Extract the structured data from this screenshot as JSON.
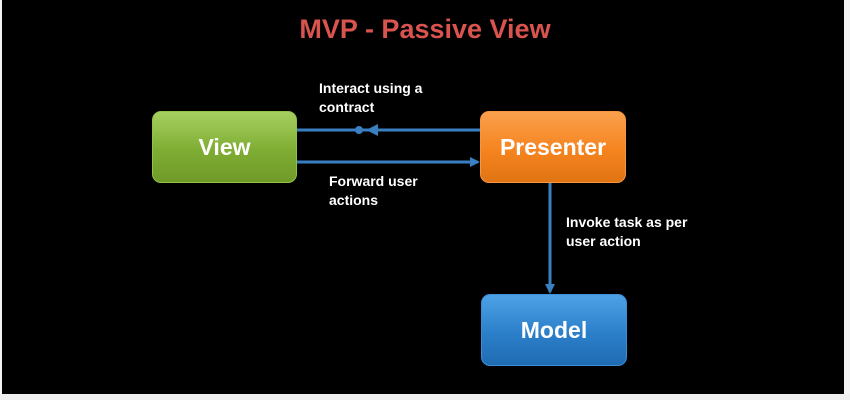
{
  "title": {
    "text": "MVP - Passive View",
    "color": "#d9534f"
  },
  "nodes": {
    "view": {
      "label": "View",
      "color": "#8cbf3f"
    },
    "presenter": {
      "label": "Presenter",
      "color": "#f5841f"
    },
    "model": {
      "label": "Model",
      "color": "#2b7fc9"
    }
  },
  "edges": {
    "contract": {
      "line1": "Interact using a",
      "line2": "contract"
    },
    "forward": {
      "line1": "Forward user",
      "line2": "actions"
    },
    "invoke": {
      "line1": "Invoke task as per",
      "line2": "user action"
    }
  },
  "colors": {
    "background": "#000000",
    "connector": "#3a7fc1"
  }
}
